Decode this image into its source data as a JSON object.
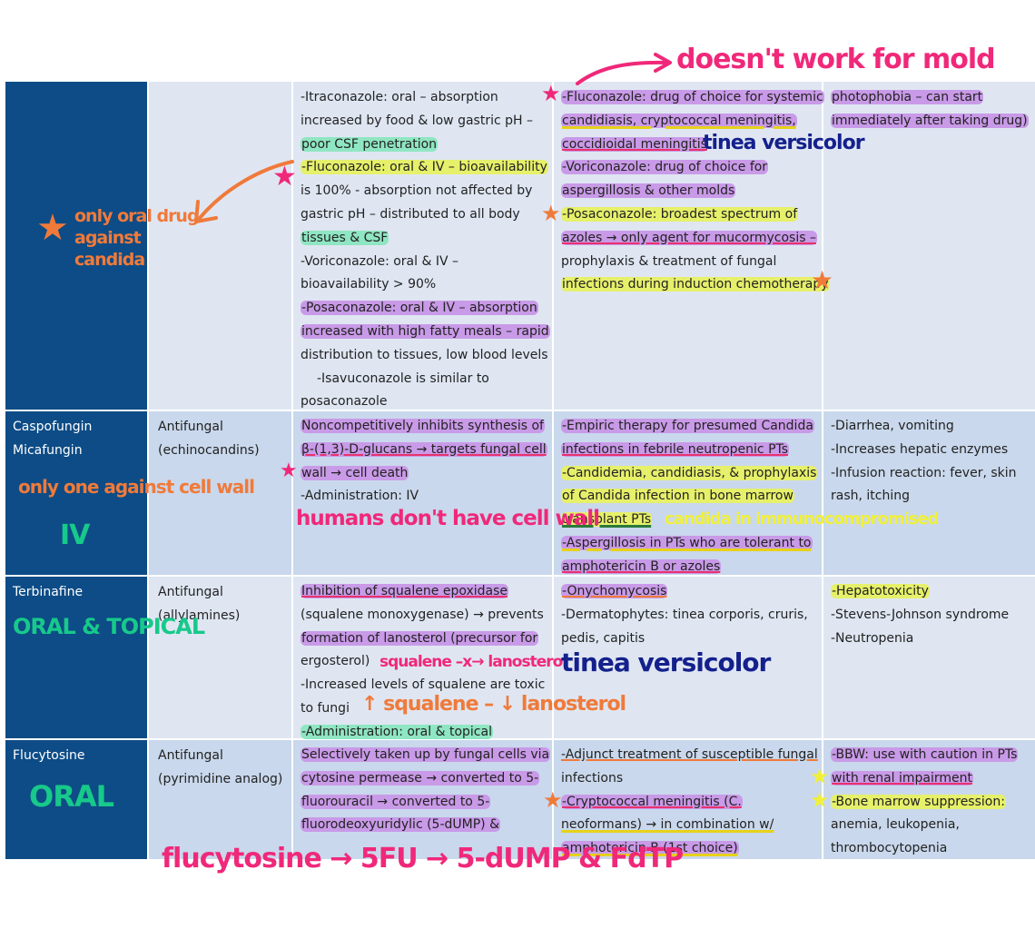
{
  "rows": [
    {
      "drug": [],
      "class": [],
      "mechanism": [
        "-Itraconazole: oral – absorption",
        "increased by food & low gastric pH –",
        "poor CSF penetration",
        "-Fluconazole: oral & IV – bioavailability",
        "is 100% - absorption not affected by",
        "gastric pH – distributed to all body",
        "tissues & CSF",
        "-Voriconazole: oral & IV –",
        "bioavailability > 90%",
        "-Posaconazole: oral & IV – absorption",
        "increased with high fatty meals – rapid",
        "distribution to tissues, low blood levels",
        "-Isavuconazole is similar to",
        "posaconazole"
      ],
      "uses": [
        "-Fluconazole: drug of choice for systemic",
        "candidiasis, cryptococcal meningitis,",
        "coccidioidal meningitis",
        "-Voriconazole: drug of choice for",
        "aspergillosis & other molds",
        "-Posaconazole: broadest spectrum of",
        "azoles → only agent for mucormycosis –",
        "prophylaxis & treatment of fungal",
        "infections during induction chemotherapy"
      ],
      "adverse": [
        "photophobia – can start",
        "immediately after taking drug)"
      ]
    },
    {
      "drug": [
        "Caspofungin",
        "Micafungin"
      ],
      "class": [
        "Antifungal",
        "(echinocandins)"
      ],
      "mechanism": [
        "Noncompetitively inhibits synthesis of",
        "β-(1,3)-D-glucans → targets fungal cell",
        "wall → cell death",
        "-Administration: IV"
      ],
      "uses": [
        "-Empiric therapy for presumed Candida",
        "infections in febrile neutropenic PTs",
        "-Candidemia, candidiasis, & prophylaxis",
        "of Candida infection in bone marrow",
        "transplant PTs",
        "-Aspergillosis in PTs who are tolerant to",
        "amphotericin B or azoles"
      ],
      "adverse": [
        "-Diarrhea, vomiting",
        "-Increases hepatic enzymes",
        "-Infusion reaction: fever, skin",
        "rash, itching"
      ]
    },
    {
      "drug": [
        "Terbinafine"
      ],
      "class": [
        "Antifungal",
        "(allylamines)"
      ],
      "mechanism": [
        "Inhibition of squalene epoxidase",
        "(squalene monoxygenase) → prevents",
        "formation of lanosterol (precursor for",
        "ergosterol)",
        "-Increased levels of squalene are toxic",
        "to fungi",
        "-Administration: oral & topical"
      ],
      "uses": [
        "-Onychomycosis",
        "-Dermatophytes: tinea corporis, cruris,",
        "pedis, capitis"
      ],
      "adverse": [
        "-Hepatotoxicity",
        "-Stevens-Johnson syndrome",
        "-Neutropenia"
      ]
    },
    {
      "drug": [
        "Flucytosine"
      ],
      "class": [
        "Antifungal",
        "(pyrimidine analog)"
      ],
      "mechanism": [
        "Selectively taken up by fungal cells via",
        "cytosine permease → converted to 5-",
        "fluorouracil → converted to 5-",
        "fluorodeoxyuridylic (5-dUMP) &"
      ],
      "uses": [
        "-Adjunct treatment of susceptible fungal",
        "infections",
        "-Cryptococcal meningitis (C.",
        "neoformans) → in combination w/",
        "amphotericin B (1st choice)"
      ],
      "adverse": [
        "-BBW: use with caution in PTs",
        "with renal impairment",
        "-Bone marrow suppression:",
        "anemia, leukopenia,",
        "thrombocytopenia"
      ]
    }
  ],
  "annotations": {
    "mold": "doesn't work for mold",
    "candida": "only oral drug against candida",
    "tinea1": "tinea versicolor",
    "cellwall": "only one against cell wall",
    "iv": "IV",
    "humans": "humans don't have cell wall",
    "immuno": "candida in immunocompromised",
    "oraltopical": "ORAL & TOPICAL",
    "squalene1": "squalene –x→ lanosterol",
    "tinea2": "tinea versicolor",
    "squalene2": "↑ squalene – ↓ lanosterol",
    "oral": "ORAL",
    "flucy": "flucytosine → 5FU → 5-dUMP & FdTP"
  },
  "colors": {
    "table_dark": "#0d4c86",
    "row_light": "#dfe6f2",
    "row_mid": "#c9d8ec",
    "pen_pink": "#f0287a",
    "pen_orange": "#f07a3a",
    "pen_navy": "#14208c",
    "pen_green": "#17c98a",
    "pen_yellow": "#f0f03a",
    "hl_purple": "#c99ae8",
    "hl_green": "#8fe6c2",
    "hl_yellow": "#e6f06a"
  }
}
